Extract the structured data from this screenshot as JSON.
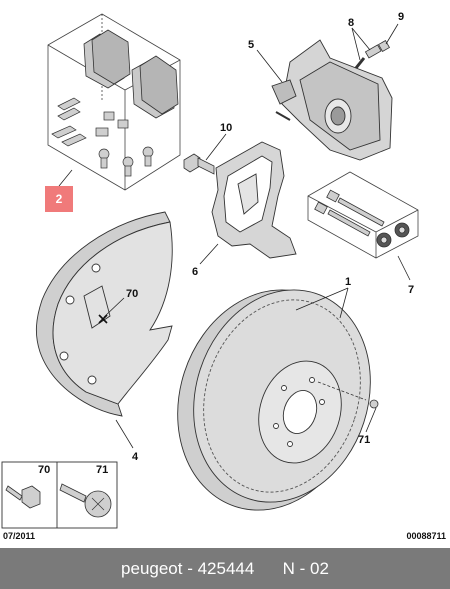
{
  "diagram": {
    "callouts": {
      "pads": "2",
      "disc": "1",
      "shield": "4",
      "caliper": "5",
      "carrier": "6",
      "guide_kit": "7",
      "bleed_screw": "8",
      "bleed_cap": "9",
      "bolt": "10",
      "shield_screw": "70",
      "disc_screw": "71"
    },
    "inset_labels": {
      "left": "70",
      "right": "71"
    }
  },
  "footer": {
    "date_code": "07/2011",
    "doc_code": "00088711",
    "caption": "peugeot - 425444      N - 02"
  },
  "colors": {
    "callout_badge": "#f07a7a",
    "footer_bg": "#7a7a7a",
    "part_fill": "#d8d8d8"
  }
}
